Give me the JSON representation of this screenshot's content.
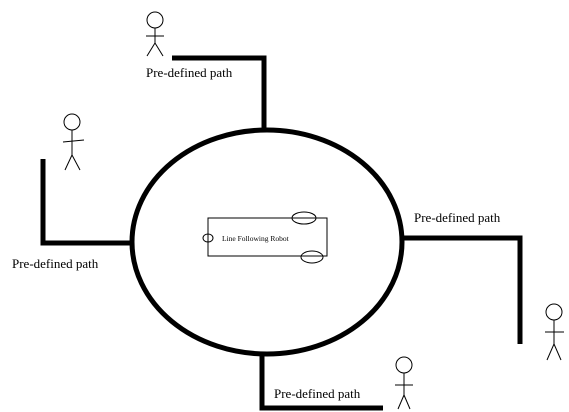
{
  "labels": {
    "path_top": "Pre-defined path",
    "path_left": "Pre-defined path",
    "path_right": "Pre-defined path",
    "path_bottom": "Pre-defined path"
  },
  "robot": {
    "label": "Line Following Robot"
  },
  "colors": {
    "stroke": "#000000",
    "background": "#ffffff"
  }
}
